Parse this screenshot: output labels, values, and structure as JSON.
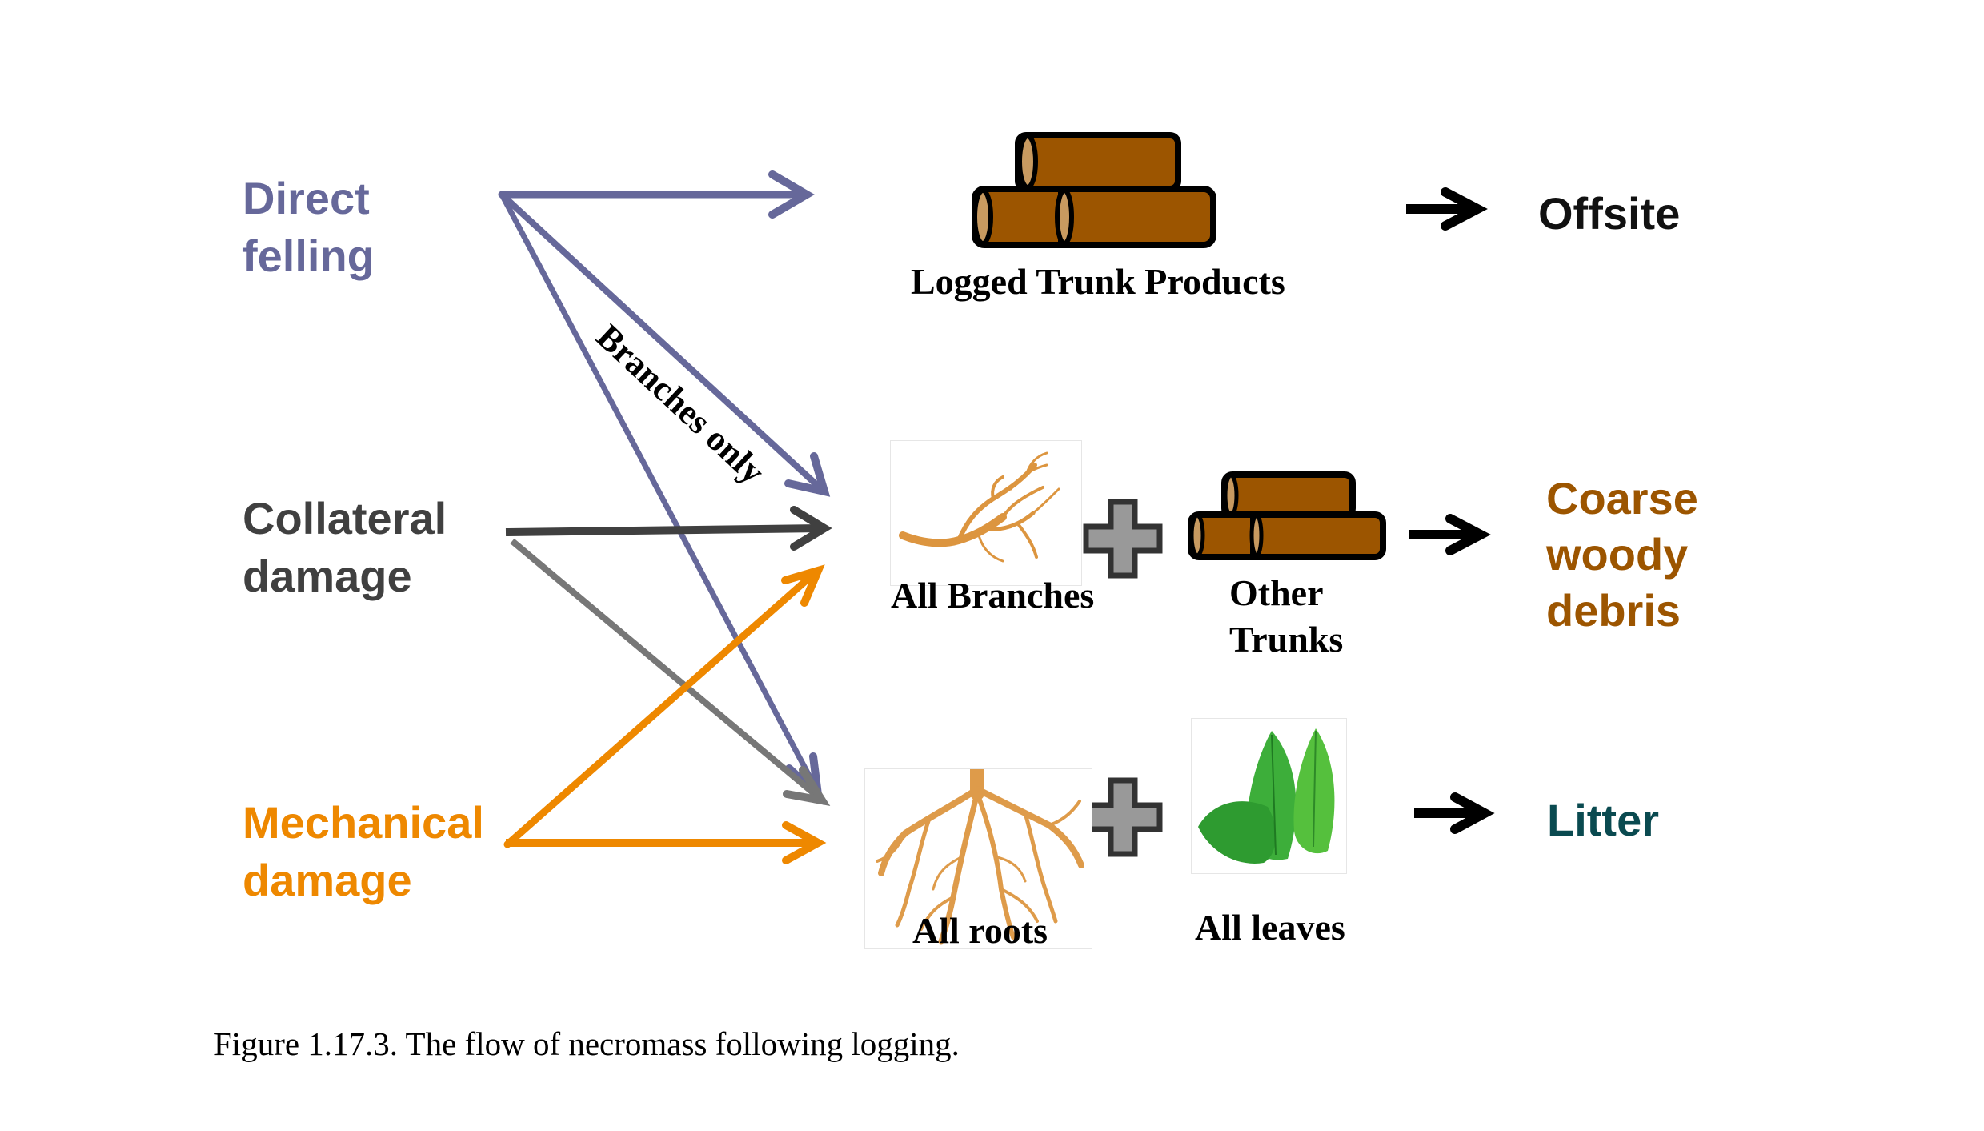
{
  "figure": {
    "caption": "Figure 1.17.3. The flow of necromass following logging."
  },
  "colors": {
    "direct_felling": "#66689A",
    "collateral_damage": "#404040",
    "collateral_secondary": "#777777",
    "mechanical_damage": "#EE8800",
    "coarse_woody_debris": "#9C5500",
    "litter": "#0A4A50",
    "offsite": "#111111",
    "log_fill": "#9C5500",
    "log_end": "#C89A60"
  },
  "sources": {
    "direct_felling": {
      "line1": "Direct",
      "line2": "felling"
    },
    "collateral_damage": {
      "line1": "Collateral",
      "line2": "damage"
    },
    "mechanical_damage": {
      "line1": "Mechanical",
      "line2": "damage"
    }
  },
  "edge_labels": {
    "branches_only": "Branches only"
  },
  "items": {
    "logged_trunk_products": "Logged Trunk Products",
    "all_branches": "All Branches",
    "other_trunks_line1": "Other",
    "other_trunks_line2": "Trunks",
    "all_roots": "All roots",
    "all_leaves": "All leaves"
  },
  "destinations": {
    "offsite": "Offsite",
    "coarse_woody_debris": {
      "line1": "Coarse",
      "line2": "woody",
      "line3": "debris"
    },
    "litter": "Litter"
  },
  "flows": [
    {
      "from": "Direct felling",
      "to": "Logged Trunk Products"
    },
    {
      "from": "Direct felling",
      "to": "All Branches",
      "label": "Branches only"
    },
    {
      "from": "Direct felling",
      "to": "All roots"
    },
    {
      "from": "Collateral damage",
      "to": "All Branches"
    },
    {
      "from": "Collateral damage",
      "to": "All roots"
    },
    {
      "from": "Mechanical damage",
      "to": "All Branches"
    },
    {
      "from": "Mechanical damage",
      "to": "All roots"
    },
    {
      "from": "Logged Trunk Products",
      "to": "Offsite"
    },
    {
      "from": "All Branches + Other Trunks",
      "to": "Coarse woody debris"
    },
    {
      "from": "All roots + All leaves",
      "to": "Litter"
    }
  ]
}
